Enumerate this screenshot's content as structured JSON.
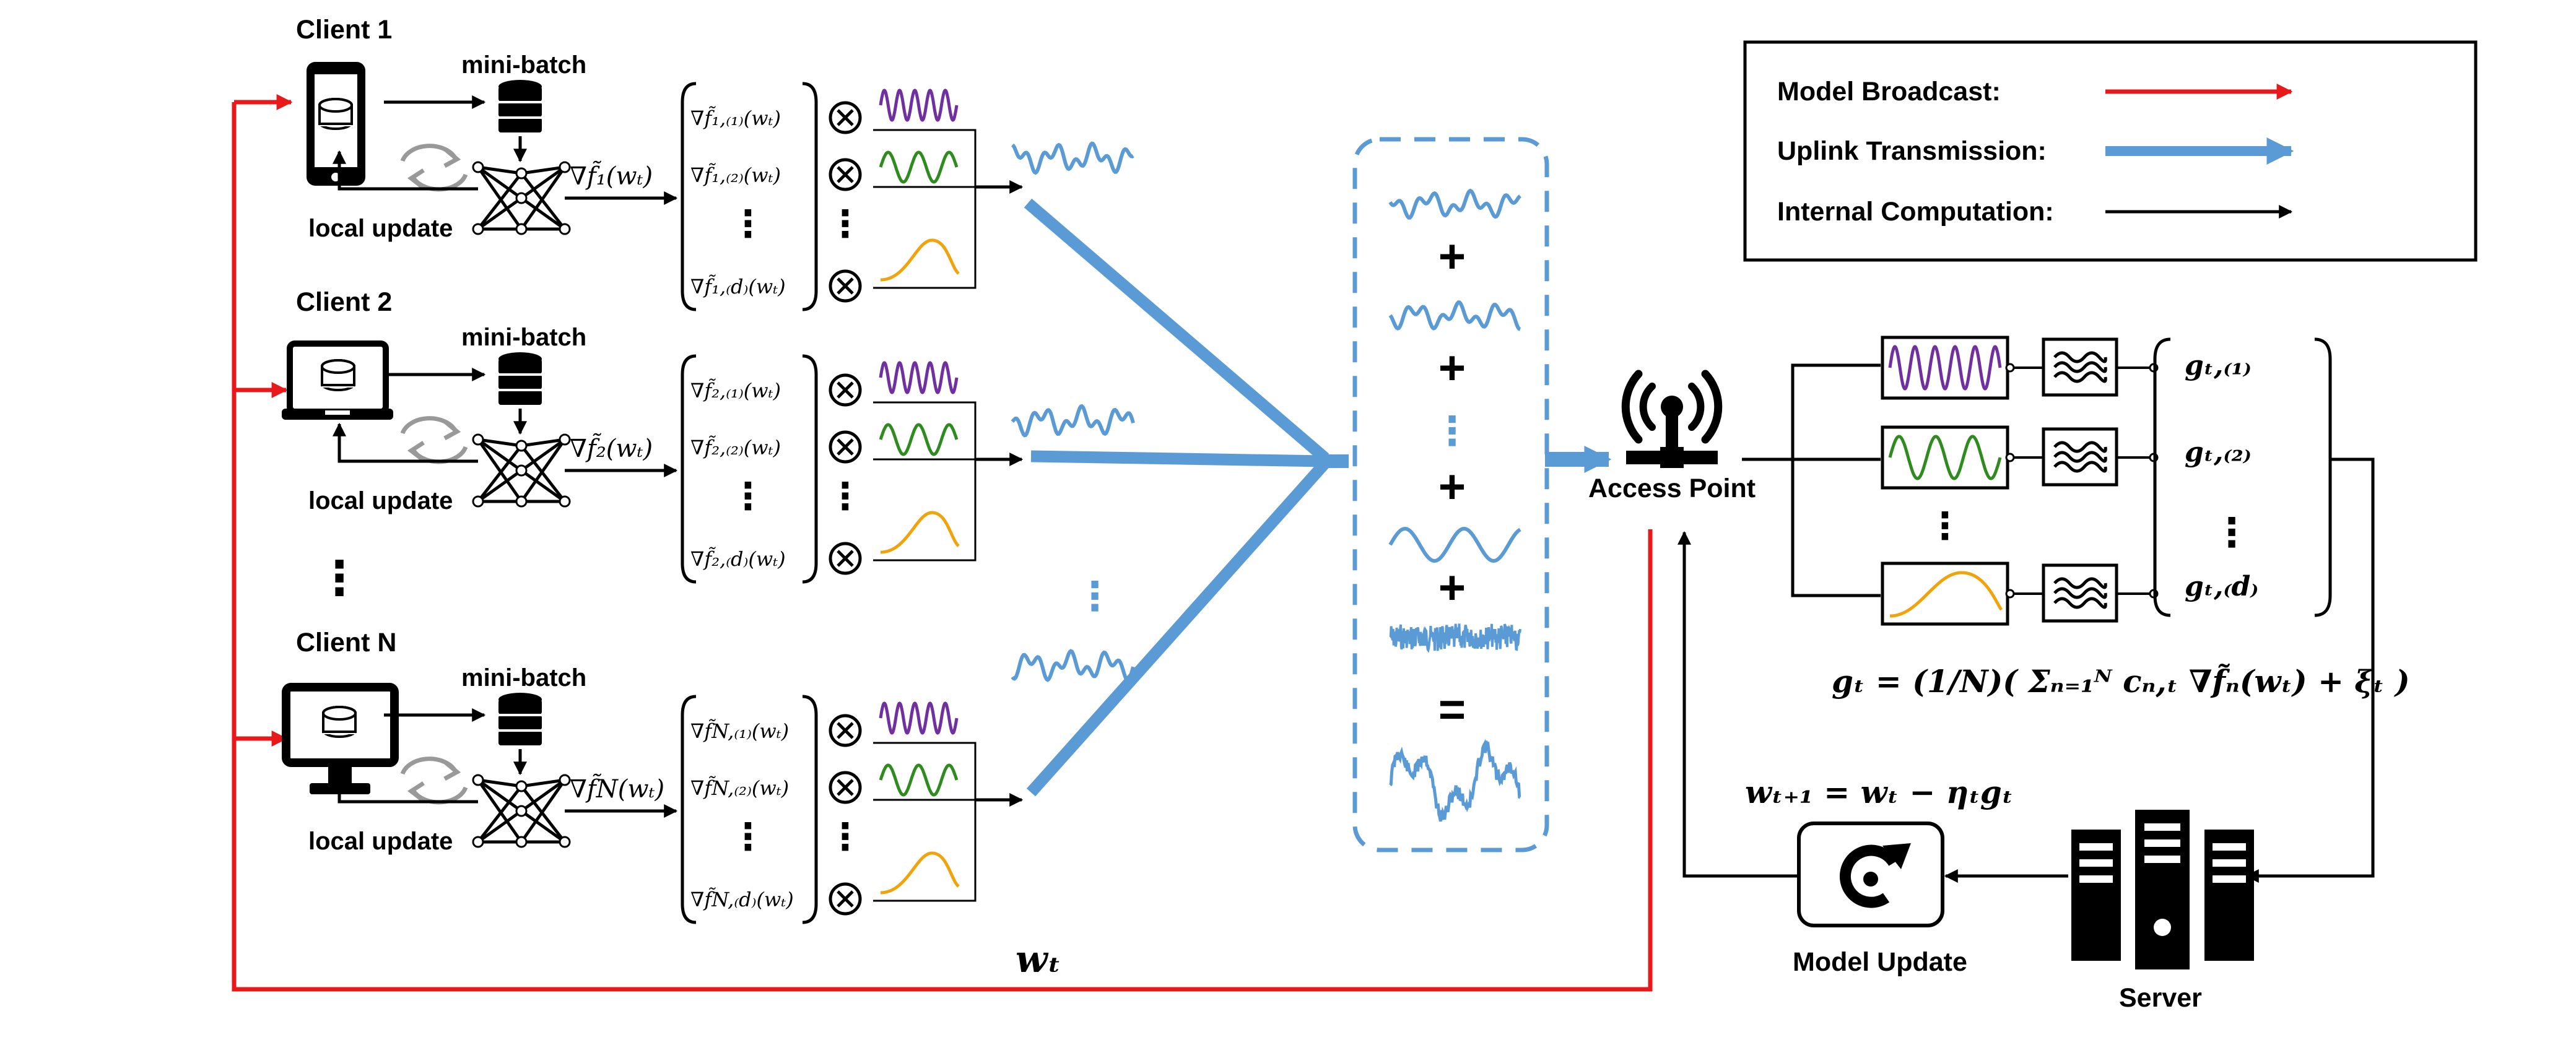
{
  "legend": {
    "model_broadcast": "Model Broadcast:",
    "uplink_transmission": "Uplink Transmission:",
    "internal_computation": "Internal Computation:"
  },
  "colors": {
    "broadcast": "#e8191b",
    "uplink": "#5b9bd5",
    "internal": "#000000",
    "purple_wave": "#7030a0",
    "green_wave": "#2e8b1e",
    "orange_wave": "#f0a30a"
  },
  "clients": [
    {
      "name": "Client 1",
      "device": "phone",
      "minibatch": "mini-batch",
      "local_update": "local update",
      "grad": "∇f̃₁(wₜ)",
      "components": [
        "∇f̃₁,₍₁₎(wₜ)",
        "∇f̃₁,₍₂₎(wₜ)",
        "⋮",
        "∇f̃₁,₍d₎(wₜ)"
      ]
    },
    {
      "name": "Client 2",
      "device": "laptop",
      "minibatch": "mini-batch",
      "local_update": "local update",
      "grad": "∇f̃₂(wₜ)",
      "components": [
        "∇f̃₂,₍₁₎(wₜ)",
        "∇f̃₂,₍₂₎(wₜ)",
        "⋮",
        "∇f̃₂,₍d₎(wₜ)"
      ]
    },
    {
      "name": "Client N",
      "device": "desktop",
      "minibatch": "mini-batch",
      "local_update": "local update",
      "grad": "∇f̃N(wₜ)",
      "components": [
        "∇f̃N,₍₁₎(wₜ)",
        "∇f̃N,₍₂₎(wₜ)",
        "⋮",
        "∇f̃N,₍d₎(wₜ)"
      ]
    }
  ],
  "superposition": {
    "plus": "+",
    "equals": "=",
    "vdots": "⋮"
  },
  "access_point": "Access Point",
  "server_side": {
    "outputs": [
      "gₜ,₍₁₎",
      "gₜ,₍₂₎",
      "⋮",
      "gₜ,₍d₎"
    ],
    "aggregate_equation": "gₜ = (1/N)( Σₙ₌₁ᴺ cₙ,ₜ ∇f̃ₙ(wₜ) + ξₜ )",
    "update_equation": "wₜ₊₁ = wₜ − ηₜgₜ",
    "model_update": "Model Update",
    "server": "Server"
  },
  "broadcast_symbol": "wₜ",
  "client_ellipsis": "⋮",
  "uplink_ellipsis": "⋮",
  "minibatch_icon": "database-icon",
  "device_icons": [
    "phone-icon",
    "laptop-icon",
    "desktop-icon"
  ]
}
